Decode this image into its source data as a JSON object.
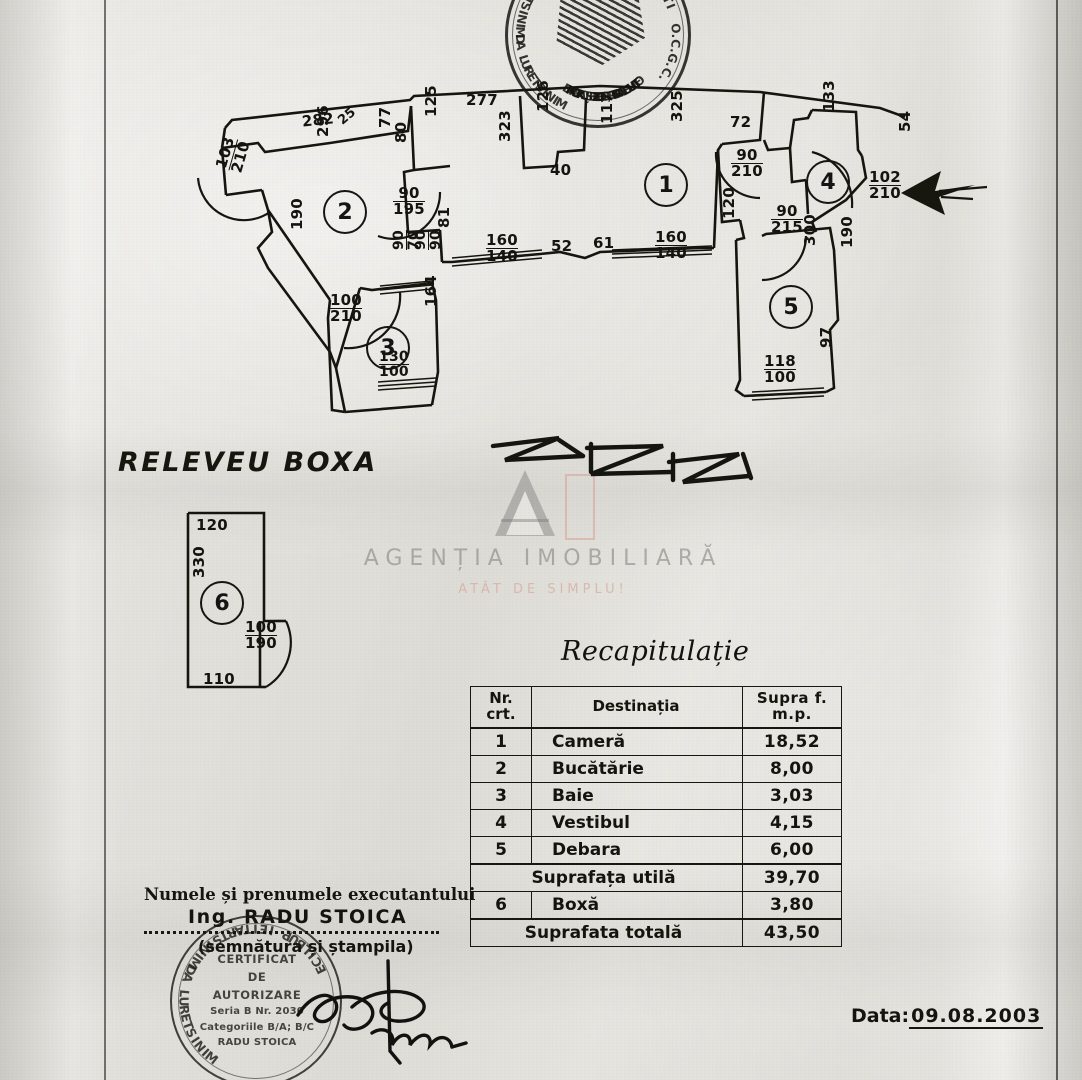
{
  "document": {
    "releveu_boxa_title": "RELEVEU BOXA",
    "recap_title": "Recapitulație",
    "date_label": "Data:",
    "date_value": "09.08.2003"
  },
  "watermark": {
    "logo_letters": "AI",
    "name": "AGENȚIA IMOBILIARĂ",
    "slogan": "ATÂT DE SIMPLU!"
  },
  "recap_table": {
    "headers": {
      "nr": "Nr.",
      "nr_sub": "crt.",
      "destination": "Destinația",
      "surface": "Supra f.",
      "surface_sub": "m.p."
    },
    "rows": [
      {
        "nr": "1",
        "destination": "Cameră",
        "surface": "18,52"
      },
      {
        "nr": "2",
        "destination": "Bucătărie",
        "surface": "8,00"
      },
      {
        "nr": "3",
        "destination": "Baie",
        "surface": "3,03"
      },
      {
        "nr": "4",
        "destination": "Vestibul",
        "surface": "4,15"
      },
      {
        "nr": "5",
        "destination": "Debara",
        "surface": "6,00"
      }
    ],
    "subtotal": {
      "label": "Suprafața utilă",
      "surface": "39,70"
    },
    "boxa_row": {
      "nr": "6",
      "destination": "Boxă",
      "surface": "3,80"
    },
    "total": {
      "label": "Suprafata totală",
      "surface": "43,50"
    }
  },
  "executant": {
    "line1": "Numele și prenumele executantului",
    "name": "Ing. RADU STOICA",
    "line3": "(semnătura și ștampila)"
  },
  "auth_stamp": {
    "arc_top": "MINISTERUL ADMINISTRAȚIEI PUBLICE",
    "center_line1": "CERTIFICAT",
    "center_line2": "DE",
    "center_line3": "AUTORIZARE",
    "center_line4": "Seria B  Nr. 2030",
    "center_line5": "Categoriile B/A; B/C",
    "center_line6": "RADU STOICA"
  },
  "office_stamp": {
    "arc_left": "MINISTERUL ADMINISTRAȚIEI",
    "arc_right": "BUCUREȘTI  O.C.G.C.",
    "arc_bottom": "OFICIUL DE CADASTRU, GEODEZIE ȘI CARTOGRAFIE"
  },
  "floor_plan": {
    "room_markers": [
      {
        "id": "1",
        "name": "Cameră"
      },
      {
        "id": "2",
        "name": "Bucătărie"
      },
      {
        "id": "3",
        "name": "Baie"
      },
      {
        "id": "4",
        "name": "Vestibul"
      },
      {
        "id": "5",
        "name": "Debara"
      }
    ],
    "dimensions": {
      "d_282": "282",
      "d_25": "25",
      "d_277": "277",
      "d_126": "126",
      "d_117": "117",
      "d_325": "325",
      "d_72": "72",
      "d_133": "133",
      "d_54": "54",
      "d_125": "125",
      "d_77": "77",
      "d_80": "80",
      "d_323": "323",
      "d_40": "40",
      "d_296": "296",
      "d_103_210_n": "103",
      "d_103_210_d": "210",
      "d_90_210_n": "90",
      "d_90_210_d": "210",
      "d_102_210_n": "102",
      "d_102_210_d": "210",
      "d_90_195_n": "90",
      "d_90_195_d": "195",
      "d_190": "190",
      "d_81": "81",
      "d_90_70_n": "90",
      "d_90_70_d": "70",
      "d_90_90_n": "90",
      "d_90_90_d": "90",
      "d_160_140_l_n": "160",
      "d_160_140_l_d": "140",
      "d_160_140_r_n": "160",
      "d_160_140_r_d": "140",
      "d_52": "52",
      "d_61": "61",
      "d_120": "120",
      "d_90_215_n": "90",
      "d_90_215_d": "215",
      "d_300": "300",
      "d_190r": "190",
      "d_100_210_n": "100",
      "d_100_210_d": "210",
      "d_164": "164",
      "d_130_100_n": "130",
      "d_130_100_d": "100",
      "d_118_100_n": "118",
      "d_118_100_d": "100",
      "d_97": "97"
    }
  },
  "boxa_plan": {
    "room_marker": "6",
    "dimensions": {
      "b_120": "120",
      "b_330": "330",
      "b_110": "110",
      "b_100_190_n": "100",
      "b_100_190_d": "190"
    }
  }
}
